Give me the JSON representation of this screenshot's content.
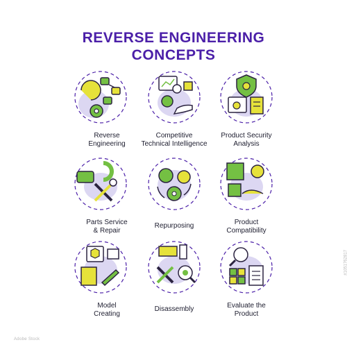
{
  "title_line1": "REVERSE ENGINEERING",
  "title_line2": "CONCEPTS",
  "colors": {
    "title": "#4b1fa8",
    "outline": "#2b2340",
    "green": "#74c043",
    "yellow": "#e6e23a",
    "lavender": "#dcd7f2",
    "dashed": "#4b1fa8"
  },
  "items": [
    {
      "label": "Reverse\nEngineering",
      "icon": "flowchart-gear-icon"
    },
    {
      "label": "Competitive\nTechnical Intelligence",
      "icon": "hand-analytics-icon"
    },
    {
      "label": "Product Security\nAnalysis",
      "icon": "shield-gear-document-icon"
    },
    {
      "label": "Parts Service\n& Repair",
      "icon": "wrench-screwdriver-engine-icon"
    },
    {
      "label": "Repurposing",
      "icon": "recycle-gears-icon"
    },
    {
      "label": "Product\nCompatibility",
      "icon": "puzzle-handshake-icon"
    },
    {
      "label": "Model\nCreating",
      "icon": "cube-notebook-icon"
    },
    {
      "label": "Disassembly",
      "icon": "tools-magnifier-icon"
    },
    {
      "label": "Evaluate the\nProduct",
      "icon": "magnifier-checklist-icon"
    }
  ],
  "watermark": "Adobe Stock",
  "stock_id": "#1051762817"
}
